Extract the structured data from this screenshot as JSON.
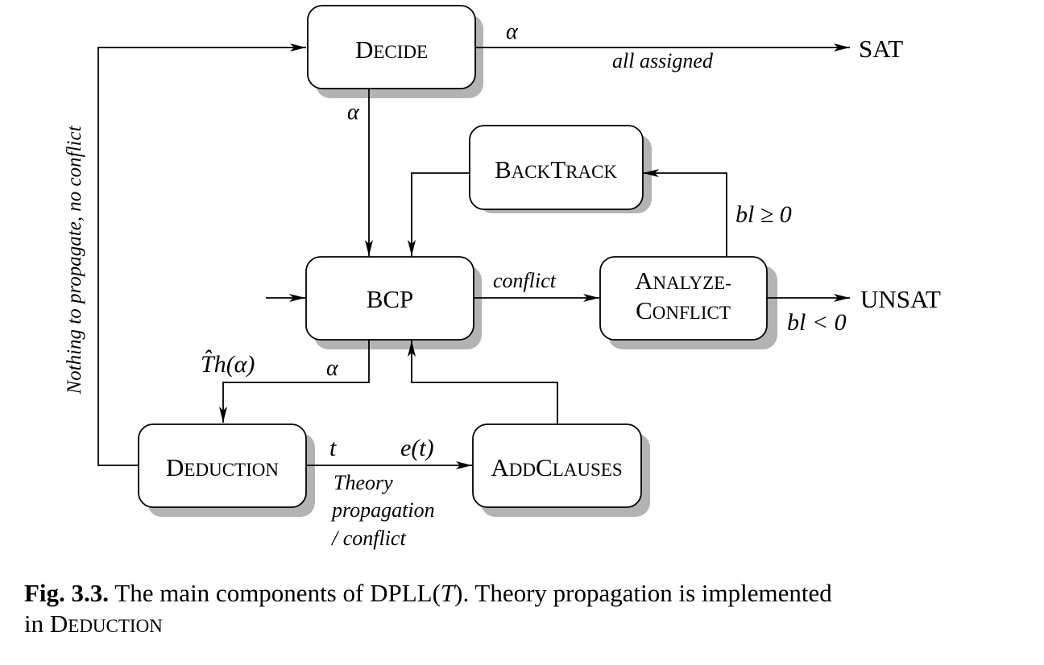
{
  "nodes": {
    "decide": {
      "label_cap": "D",
      "label_rest": "ECIDE"
    },
    "backtrack": {
      "label_parts": [
        "B",
        "ACK",
        "T",
        "RACK"
      ]
    },
    "bcp": {
      "label": "BCP"
    },
    "analyze": {
      "line1_cap": "A",
      "line1_rest": "NALYZE-",
      "line2_cap": "C",
      "line2_rest": "ONFLICT"
    },
    "deduction": {
      "label_cap": "D",
      "label_rest": "EDUCTION"
    },
    "addclauses": {
      "label_parts": [
        "A",
        "DD",
        "C",
        "LAUSES"
      ]
    }
  },
  "terminals": {
    "sat": "SAT",
    "unsat": "UNSAT"
  },
  "edge_labels": {
    "decide_out_alpha": "α",
    "all_assigned": "all assigned",
    "decide_down_alpha": "α",
    "bl_ge": "bl ≥ 0",
    "conflict": "conflict",
    "bl_lt": "bl < 0",
    "th_base": "Th",
    "th_hat": "ˆ",
    "th_arg": "(α)",
    "bcp_down_alpha": "α",
    "t": "t",
    "e_t": "e(t)",
    "theory_line1": "Theory",
    "theory_line2": "propagation",
    "theory_line3": "/ conflict",
    "side_loop": "Nothing to propagate, no conflict"
  },
  "caption": {
    "fig": "Fig. 3.3.",
    "text_a": " The main components of DPLL(",
    "text_t": "T",
    "text_b": "). Theory propagation is implemented",
    "text_c": "in ",
    "ded_cap": "D",
    "ded_rest": "EDUCTION"
  }
}
